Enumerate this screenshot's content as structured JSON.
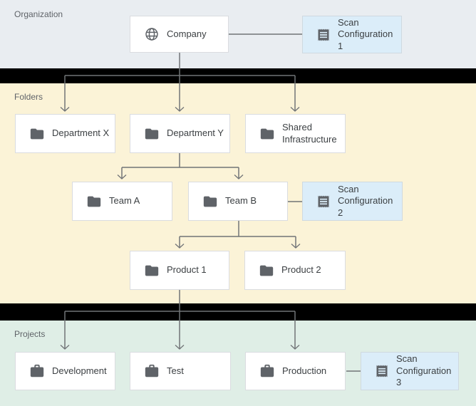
{
  "sections": {
    "organization": {
      "label": "Organization"
    },
    "folders": {
      "label": "Folders"
    },
    "projects": {
      "label": "Projects"
    }
  },
  "nodes": {
    "company": {
      "label": "Company",
      "icon": "globe-icon"
    },
    "scan_config_1": {
      "label": "Scan Configuration 1",
      "icon": "receipt-icon"
    },
    "department_x": {
      "label": "Department X",
      "icon": "folder-icon"
    },
    "department_y": {
      "label": "Department Y",
      "icon": "folder-icon"
    },
    "shared_infrastructure": {
      "label": "Shared Infrastructure",
      "icon": "folder-icon"
    },
    "team_a": {
      "label": "Team A",
      "icon": "folder-icon"
    },
    "team_b": {
      "label": "Team B",
      "icon": "folder-icon"
    },
    "scan_config_2": {
      "label": "Scan Configuration 2",
      "icon": "receipt-icon"
    },
    "product_1": {
      "label": "Product 1",
      "icon": "folder-icon"
    },
    "product_2": {
      "label": "Product 2",
      "icon": "folder-icon"
    },
    "development": {
      "label": "Development",
      "icon": "briefcase-icon"
    },
    "test": {
      "label": "Test",
      "icon": "briefcase-icon"
    },
    "production": {
      "label": "Production",
      "icon": "briefcase-icon"
    },
    "scan_config_3": {
      "label": "Scan Configuration 3",
      "icon": "receipt-icon"
    }
  },
  "edges": [
    {
      "from": "company",
      "to": [
        "department_x",
        "department_y",
        "shared_infrastructure"
      ],
      "type": "hierarchy-arrow"
    },
    {
      "from": "company",
      "to": [
        "scan_config_1"
      ],
      "type": "attachment"
    },
    {
      "from": "department_y",
      "to": [
        "team_a",
        "team_b"
      ],
      "type": "hierarchy-arrow"
    },
    {
      "from": "team_b",
      "to": [
        "scan_config_2"
      ],
      "type": "attachment"
    },
    {
      "from": "team_b",
      "to": [
        "product_1",
        "product_2"
      ],
      "type": "hierarchy-arrow"
    },
    {
      "from": "product_1",
      "to": [
        "development",
        "test",
        "production"
      ],
      "type": "hierarchy-arrow"
    },
    {
      "from": "production",
      "to": [
        "scan_config_3"
      ],
      "type": "attachment"
    }
  ],
  "colors": {
    "organization_bg": "#e9edf1",
    "folders_bg": "#fbf3d7",
    "projects_bg": "#dfeee6",
    "divider": "#000000",
    "node_bg": "#ffffff",
    "node_border": "#dadce0",
    "scan_node_bg": "#dbedf9",
    "scan_node_border": "#cfd9e0",
    "connector": "#717477",
    "icon": "#5f6368",
    "node_text": "#3c4043",
    "section_label": "#5f6368"
  }
}
